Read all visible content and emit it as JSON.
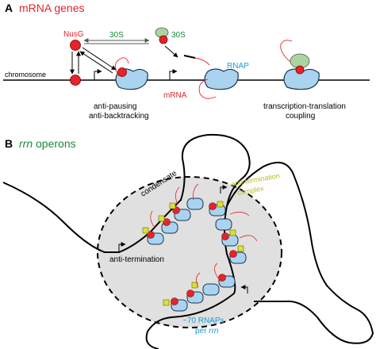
{
  "panel_a": {
    "letter": "A",
    "title": "mRNA genes",
    "nusg_label": "NusG",
    "ribosome_label_1": "30S",
    "ribosome_label_2": "30S",
    "chromosome_label": "chromosome",
    "rnap_label": "RNAP",
    "mrna_label": "mRNA",
    "caption_1_line1": "anti-pausing",
    "caption_1_line2": "anti-backtracking",
    "caption_2_line1": "transcription-translation",
    "caption_2_line2": "coupling"
  },
  "panel_b": {
    "letter": "B",
    "title_italic": "rrn",
    "title_rest": " operons",
    "condensate_label": "condensate",
    "antitermination_complex_line1": "anti-termination",
    "antitermination_complex_line2": "complex",
    "antitermination_label": "anti-termination",
    "rnaps_line1": "~70 RNAPs",
    "rnaps_line2_prefix": "per ",
    "rnaps_line2_italic": "rrn"
  },
  "colors": {
    "red_title": "#e3242b",
    "green_title": "#1a8a3a",
    "nusg_red": "#e3242b",
    "rnap_blue": "#a9d3ee",
    "rnap_label_blue": "#1e9ad6",
    "ribosome_green": "#a9d6a0",
    "complex_yellow": "#d9e03a",
    "complex_text": "#b7bf1c",
    "condensate_gray": "#e0e0e0",
    "rrn_blue": "#1e9ad6"
  }
}
